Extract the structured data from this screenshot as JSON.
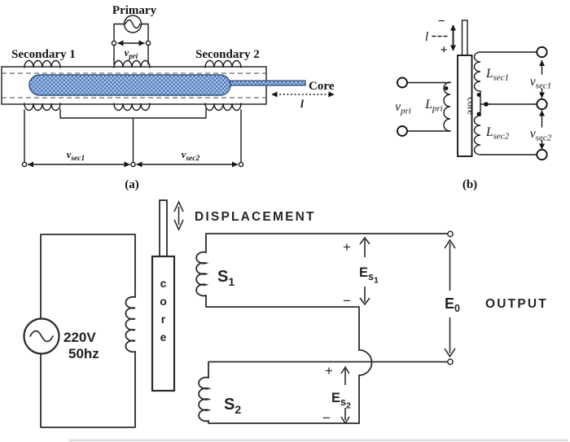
{
  "colors": {
    "core_dark": "#4d79bb",
    "core_light": "#adc7e8",
    "ink": "#141414",
    "ink_hand": "#2c2c2c"
  },
  "figure": {
    "a": {
      "caption": "(a)",
      "primary": "Primary",
      "secondary1": "Secondary 1",
      "secondary2": "Secondary 2",
      "core": "Core",
      "disp": "l",
      "vpri": {
        "base": "v",
        "sub": "pri"
      },
      "vsec1": {
        "base": "v",
        "sub": "sec1"
      },
      "vsec2": {
        "base": "v",
        "sub": "sec2"
      }
    },
    "b": {
      "caption": "(b)",
      "minus": "−",
      "plus": "+",
      "disp": "l",
      "core": "core",
      "vpri": {
        "base": "v",
        "sub": "pri"
      },
      "lpri": {
        "base": "L",
        "sub": "pri"
      },
      "lsec1": {
        "base": "L",
        "sub": "sec1"
      },
      "lsec2": {
        "base": "L",
        "sub": "sec2"
      },
      "vsec1": {
        "base": "v",
        "sub": "sec1"
      },
      "vsec2": {
        "base": "v",
        "sub": "sec2"
      }
    },
    "c": {
      "displacement": "DISPLACEMENT",
      "output": "OUTPUT",
      "voltage": "220V",
      "frequency": "50hz",
      "core_letters": [
        "c",
        "o",
        "r",
        "e"
      ],
      "s1": {
        "base": "S",
        "sub": "1"
      },
      "s2": {
        "base": "S",
        "sub": "2"
      },
      "es1": {
        "base": "E",
        "sub": "s",
        "subsub": "1"
      },
      "es2": {
        "base": "E",
        "sub": "s",
        "subsub": "2"
      },
      "e0": {
        "base": "E",
        "sub": "0"
      },
      "plus": "+",
      "minus": "−"
    }
  }
}
